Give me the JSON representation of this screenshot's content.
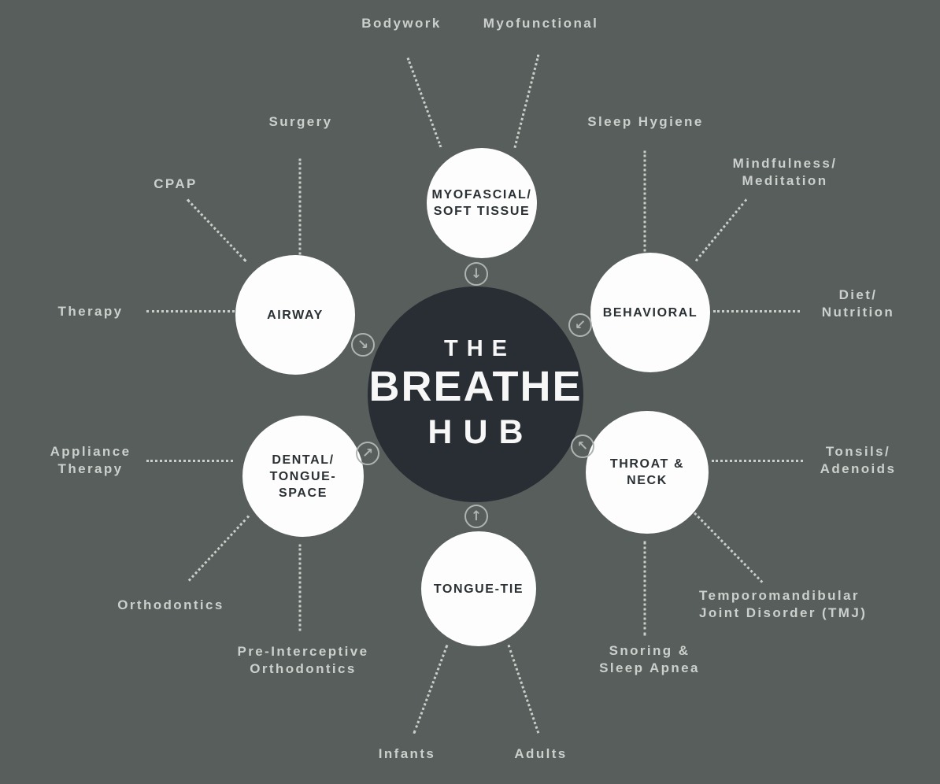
{
  "title": "The Breathe Hub",
  "colors": {
    "background": "#585E5B",
    "hub_circle": "#282E33",
    "hub_text": "#F6F7F6",
    "node_circle": "#FCFDFC",
    "node_text": "#2A3033",
    "outer_label_text": "#CBD0CD",
    "dotted_line": "#C9CEC9",
    "arrow_icon": "#AEB4B1"
  },
  "center": {
    "line1": "THE",
    "line2": "BREATHE",
    "line3": "HUB"
  },
  "nodes": {
    "myofascial": {
      "line1": "MYOFASCIAL/",
      "line2": "SOFT TISSUE"
    },
    "airway": {
      "line1": "AIRWAY"
    },
    "behavioral": {
      "line1": "BEHAVIORAL"
    },
    "dental": {
      "line1": "DENTAL/",
      "line2": "TONGUE-",
      "line3": "SPACE"
    },
    "throat": {
      "line1": "THROAT &",
      "line2": "NECK"
    },
    "tongue_tie": {
      "line1": "TONGUE-TIE"
    }
  },
  "labels": {
    "bodywork": {
      "line1": "Bodywork"
    },
    "myofunctional": {
      "line1": "Myofunctional"
    },
    "sleep_hygiene": {
      "line1": "Sleep Hygiene"
    },
    "mindfulness": {
      "line1": "Mindfulness/",
      "line2": "Meditation"
    },
    "diet": {
      "line1": "Diet/",
      "line2": "Nutrition"
    },
    "tonsils": {
      "line1": "Tonsils/",
      "line2": "Adenoids"
    },
    "tmj": {
      "line1": "Temporomandibular",
      "line2": "Joint Disorder (TMJ)"
    },
    "snoring": {
      "line1": "Snoring &",
      "line2": "Sleep Apnea"
    },
    "adults": {
      "line1": "Adults"
    },
    "infants": {
      "line1": "Infants"
    },
    "pre_interceptive": {
      "line1": "Pre-Interceptive",
      "line2": "Orthodontics"
    },
    "orthodontics": {
      "line1": "Orthodontics"
    },
    "appliance_therapy": {
      "line1": "Appliance",
      "line2": "Therapy"
    },
    "therapy": {
      "line1": "Therapy"
    },
    "cpap": {
      "line1": "CPAP"
    },
    "surgery": {
      "line1": "Surgery"
    }
  },
  "icons": {
    "arrow_down": "↓",
    "arrow_up": "↑",
    "arrow_down_right": "↘",
    "arrow_down_left": "↙",
    "arrow_up_left": "↖",
    "arrow_up_right": "↗"
  }
}
